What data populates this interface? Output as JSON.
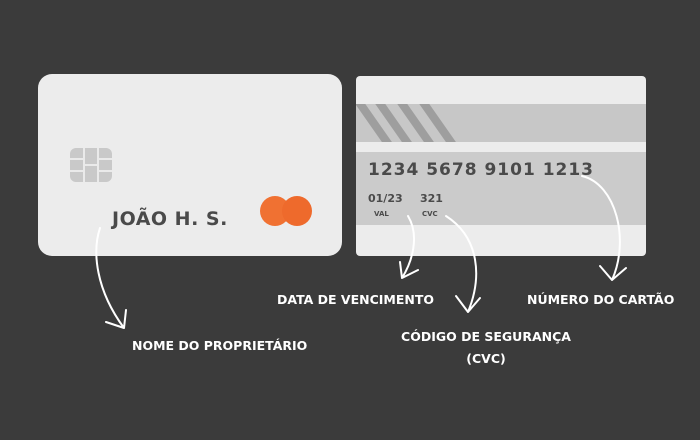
{
  "front": {
    "holder_name": "JOÃO H. S."
  },
  "back": {
    "card_number": "1234 5678 9101 1213",
    "expiry_value": "01/23",
    "expiry_label": "VAL",
    "cvc_value": "321",
    "cvc_label": "CVC"
  },
  "annotations": {
    "owner": "NOME DO PROPRIETÁRIO",
    "expiry": "DATA DE VENCIMENTO",
    "number": "NÚMERO DO CARTÃO",
    "cvc": "CÓDIGO DE SEGURANÇA (CVC)"
  },
  "colors": {
    "background": "#3b3b3b",
    "card": "#ececec",
    "brand_circle": "#f07132",
    "text_dark": "#4a4a4a",
    "annotation_text": "#ffffff"
  },
  "icons": [
    "chip-icon",
    "card-brand-logo-icon",
    "arrow-icon"
  ]
}
